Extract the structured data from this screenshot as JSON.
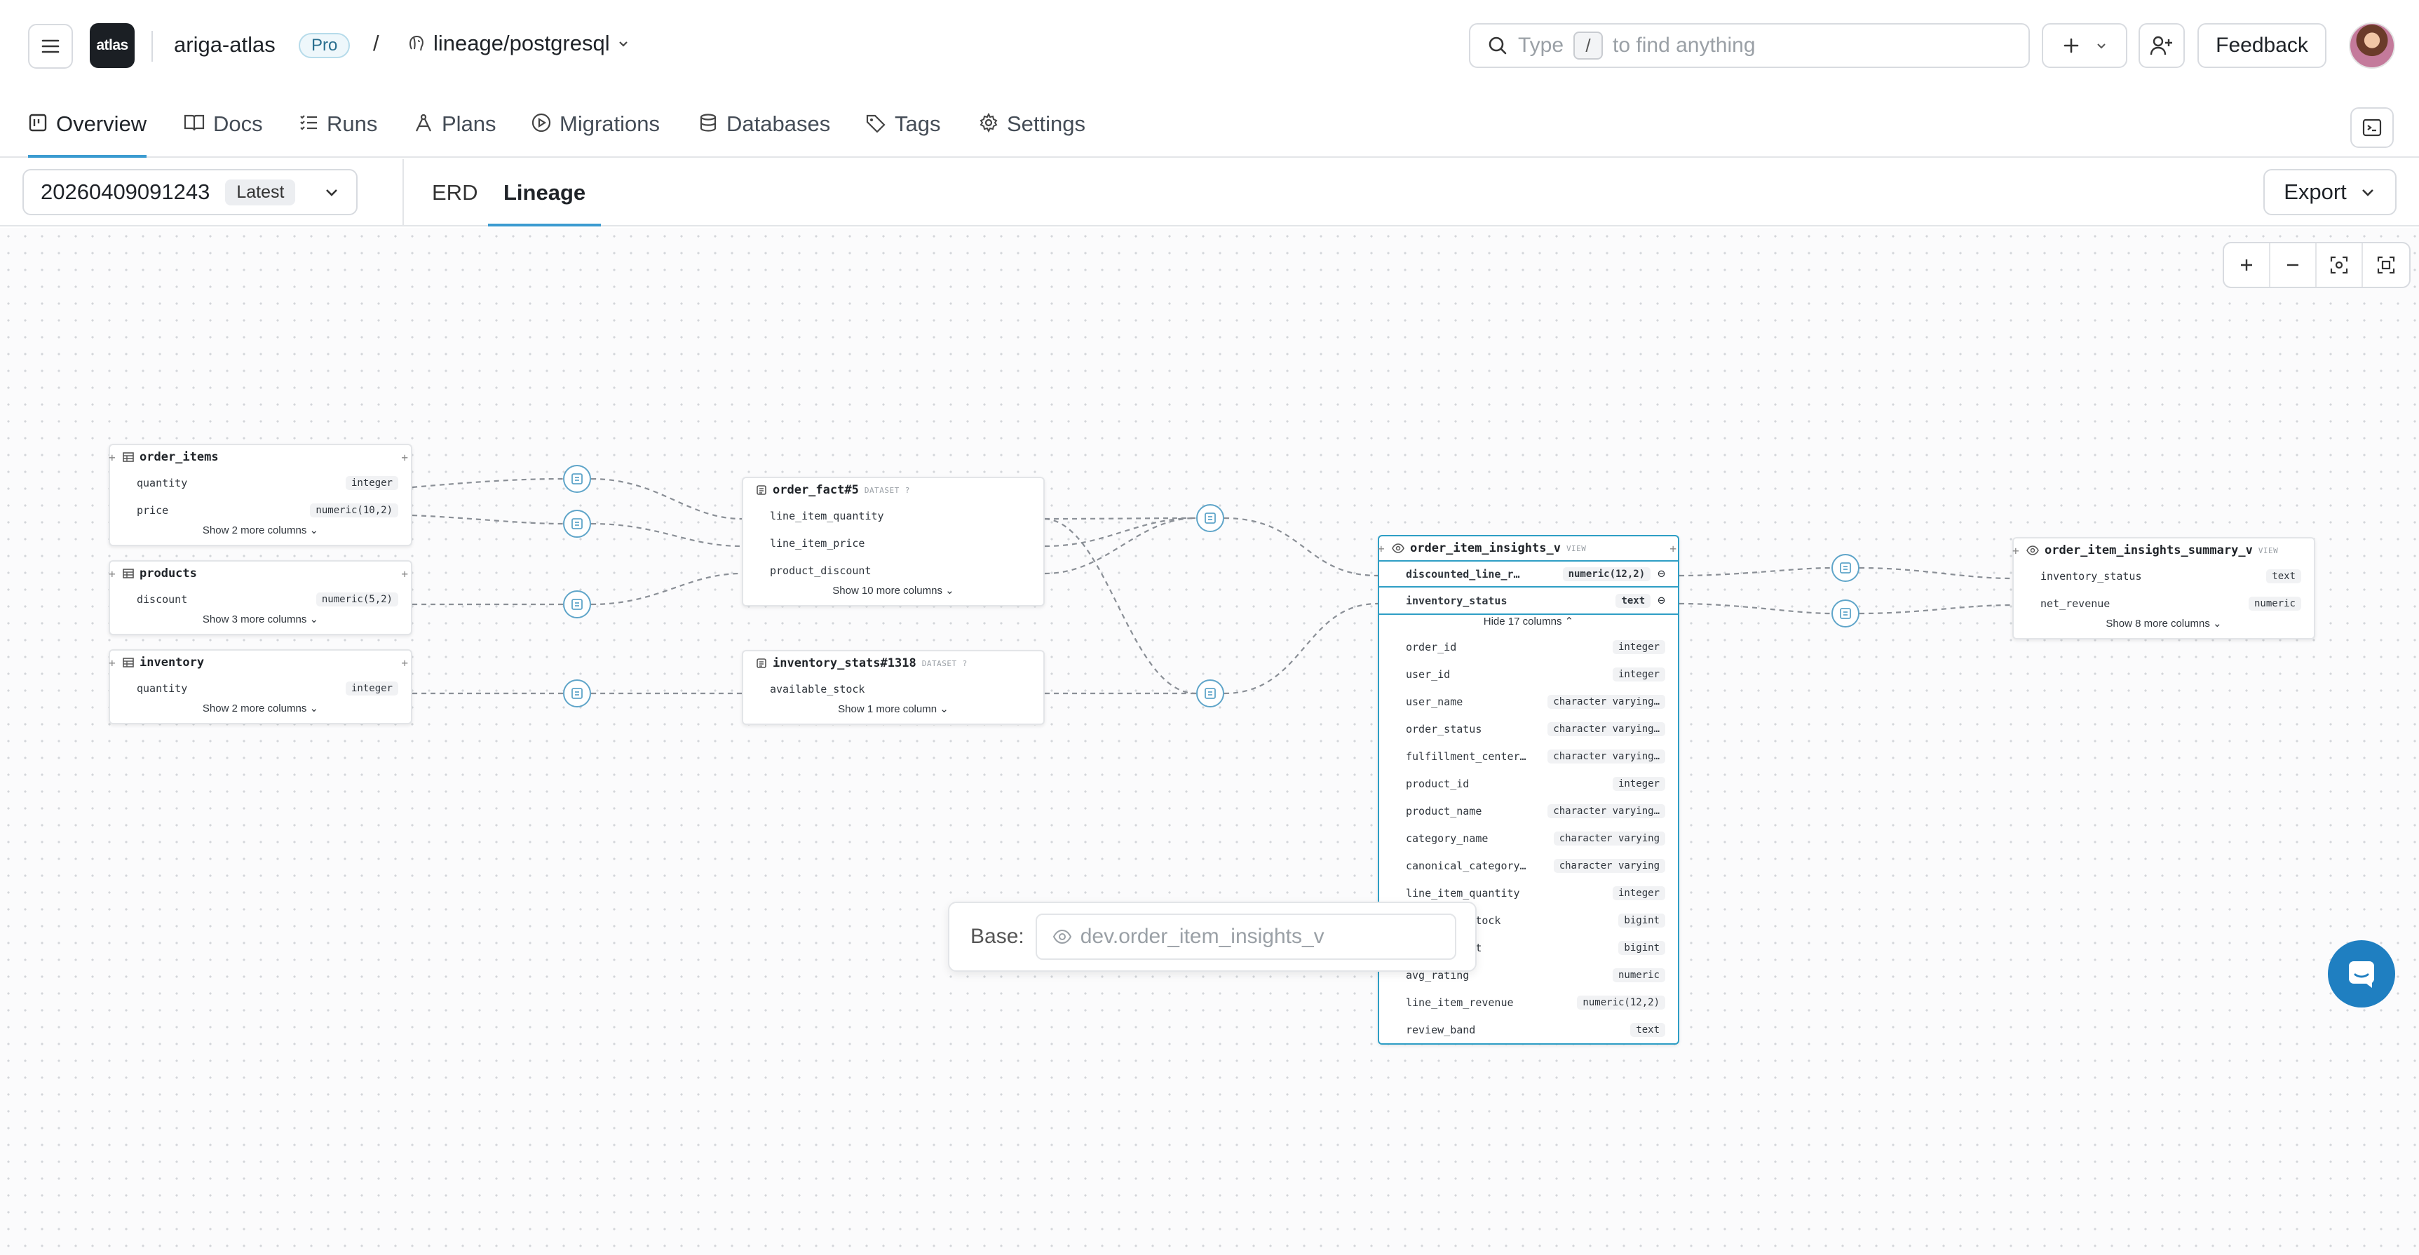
{
  "header": {
    "logo_text": "atlas",
    "org_name": "ariga-atlas",
    "plan_badge": "Pro",
    "separator": "/",
    "project": "lineage/postgresql",
    "search_placeholder_before": "Type",
    "search_key": "/",
    "search_placeholder_after": "to find anything",
    "add_label": "+",
    "feedback_label": "Feedback"
  },
  "nav": {
    "items": [
      {
        "label": "Overview",
        "icon": "overview-icon",
        "active": true
      },
      {
        "label": "Docs",
        "icon": "book-icon"
      },
      {
        "label": "Runs",
        "icon": "list-icon"
      },
      {
        "label": "Plans",
        "icon": "plans-icon"
      },
      {
        "label": "Migrations",
        "icon": "play-icon"
      },
      {
        "label": "Databases",
        "icon": "database-icon"
      },
      {
        "label": "Tags",
        "icon": "tag-icon"
      },
      {
        "label": "Settings",
        "icon": "gear-icon"
      }
    ]
  },
  "subbar": {
    "version": "20260409091243",
    "version_badge": "Latest",
    "tabs": [
      {
        "label": "ERD"
      },
      {
        "label": "Lineage",
        "active": true
      }
    ],
    "export_label": "Export"
  },
  "nodes": {
    "order_items": {
      "title": "order_items",
      "rows": [
        {
          "name": "quantity",
          "type": "integer"
        },
        {
          "name": "price",
          "type": "numeric(10,2)"
        }
      ],
      "more": "Show 2 more columns"
    },
    "products": {
      "title": "products",
      "rows": [
        {
          "name": "discount",
          "type": "numeric(5,2)"
        }
      ],
      "more": "Show 3 more columns"
    },
    "inventory": {
      "title": "inventory",
      "rows": [
        {
          "name": "quantity",
          "type": "integer"
        }
      ],
      "more": "Show 2 more columns"
    },
    "order_fact": {
      "title": "order_fact#5",
      "kind": "DATASET",
      "rows": [
        {
          "name": "line_item_quantity"
        },
        {
          "name": "line_item_price"
        },
        {
          "name": "product_discount"
        }
      ],
      "more": "Show 10 more columns"
    },
    "inventory_stats": {
      "title": "inventory_stats#1318",
      "kind": "DATASET",
      "rows": [
        {
          "name": "available_stock"
        }
      ],
      "more": "Show 1 more column"
    },
    "insights": {
      "title": "order_item_insights_v",
      "kind": "VIEW",
      "highlighted": [
        {
          "name": "discounted_line_r…",
          "type": "numeric(12,2)"
        },
        {
          "name": "inventory_status",
          "type": "text"
        }
      ],
      "toggle": "Hide 17 columns",
      "rows": [
        {
          "name": "order_id",
          "type": "integer"
        },
        {
          "name": "user_id",
          "type": "integer"
        },
        {
          "name": "user_name",
          "type": "character varying…"
        },
        {
          "name": "order_status",
          "type": "character varying…"
        },
        {
          "name": "fulfillment_center…",
          "type": "character varying…"
        },
        {
          "name": "product_id",
          "type": "integer"
        },
        {
          "name": "product_name",
          "type": "character varying…"
        },
        {
          "name": "category_name",
          "type": "character varying"
        },
        {
          "name": "canonical_category…",
          "type": "character varying"
        },
        {
          "name": "line_item_quantity",
          "type": "integer"
        },
        {
          "name": "available_stock",
          "type": "bigint"
        },
        {
          "name": "review_count",
          "type": "bigint"
        },
        {
          "name": "avg_rating",
          "type": "numeric"
        },
        {
          "name": "line_item_revenue",
          "type": "numeric(12,2)"
        },
        {
          "name": "review_band",
          "type": "text"
        }
      ]
    },
    "summary": {
      "title": "order_item_insights_summary_v",
      "kind": "VIEW",
      "rows": [
        {
          "name": "inventory_status",
          "type": "text"
        },
        {
          "name": "net_revenue",
          "type": "numeric"
        }
      ],
      "more": "Show 8 more columns"
    }
  },
  "base": {
    "label": "Base:",
    "value": "dev.order_item_insights_v"
  },
  "colors": {
    "accent": "#3b9bd0",
    "selected_border": "#2e9ec5",
    "edge": "#8a8f96",
    "chat": "#1f7fc1"
  }
}
